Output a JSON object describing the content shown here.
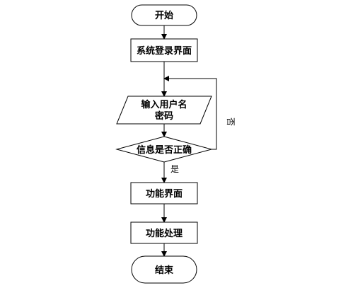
{
  "nodes": {
    "start": "开始",
    "login": "系统登录界面",
    "input_line1": "输入用户名",
    "input_line2": "密码",
    "check": "信息是否正确",
    "function_ui": "功能界面",
    "function_process": "功能处理",
    "end": "结束"
  },
  "edges": {
    "yes": "是",
    "no": "否"
  }
}
